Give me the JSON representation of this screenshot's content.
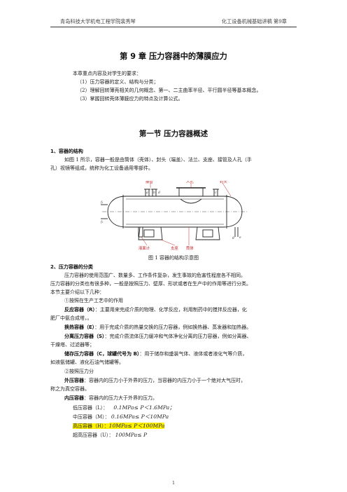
{
  "header": {
    "left": "青岛科技大学机电工程学院裴秀琴",
    "right": "化工设备机械基础讲稿  第9章"
  },
  "chapter_title": "第 9 章  压力容器中的薄膜应力",
  "intro": {
    "lead": "本章重点内容及对学生的要求：",
    "items": [
      "（1）压力容器的定义、结构与分类；",
      "（2）理解回转薄壳相关的几何概念、第一、二主曲率半径、平行圆半径等基本概念。",
      "（3）掌握回转壳体薄膜应力的特点及计算公式。"
    ]
  },
  "section_title": "第一节  压力容器概述",
  "s1": {
    "heading": "1、容器的结构",
    "para_l1": "如图 1 所示，容器一般是由筒体（壳体）、封头（端盖）、法兰、支座、接管及人孔（手",
    "para_l2": "孔）视镜等组成，统称为化工设备通用零部件。"
  },
  "figure": {
    "labels": {
      "nozzle": "接管",
      "manhole": "人孔",
      "head": "封头",
      "level_gauge": "液面计",
      "support": "支座",
      "shell": "筒体",
      "n_a": "a",
      "n_b": "b",
      "n_c": "c",
      "n_d": "d",
      "n_e": "e",
      "n_f1": "f₁",
      "n_f2": "f₂",
      "n_g": "g"
    },
    "caption": "图 1  容器的结构示意图"
  },
  "s2": {
    "heading": "2、压力容器的分类",
    "para_l1": "压力容器的使用范围广、数量多、工作条件复杂，发生事故的危害性程度各不相同。",
    "para_l2": "压力容器的分类也有很多种，一般是按照压力、壁厚、形状或者在生产中的作用等进行分类。",
    "para_l3": "本节主要介绍以下几种：",
    "by_role": "①按照在生产工艺中的作用",
    "reaction_term": "反应容器（R）",
    "reaction_def_l1": "：主要用来完成介质的物理、化学反应，利用制药中的搅拌反应器，化",
    "reaction_def_l2": "肥厂中氨合成塔，。",
    "heat_term": "换热容器（E）",
    "heat_def": "：用于完成介质的热量交换的压力容器，例如换热器、蒸发器和加热器。",
    "sep_term": "分离压力容器（S）",
    "sep_def_l1": "：完成介质流体压力缓冲和气体净化分离的压力容器，例如分离器、",
    "sep_def_l2": "干燥塔、过滤器等；",
    "store_term": "储存压力容器（C，球罐代号为 B）",
    "store_def_l1": "：用于储存和盛装气体、液体或者液化气等介质，",
    "store_def_l2": "如液氨储罐、液化石油气储罐等。",
    "by_pressure": "②按照压力分",
    "ext_term": "外压容器",
    "ext_def_l1": "：容器内的压力小于外界的压力，当容器的内压力小于一个绝对大气压时，",
    "ext_def_l2": "称之为真空容器。",
    "int_term": "内压容器",
    "int_def": "：容器内的压力大于外界的压力。",
    "classes": [
      {
        "label": "低压容器（L）：",
        "range": "0.1MPa≤ P＜1.6MPa；"
      },
      {
        "label": "中压容器（M）：",
        "range": "0.16MPa≤ P＜10MPa"
      },
      {
        "label": "高压容器（H）：",
        "range": "10MPa≤ P＜100MPa"
      },
      {
        "label": "超高压容器（U）：",
        "range": "100MPa≤ P"
      }
    ]
  },
  "page_number": "1",
  "colors": {
    "highlight": "#fff200",
    "label_red": "#c0272d"
  }
}
